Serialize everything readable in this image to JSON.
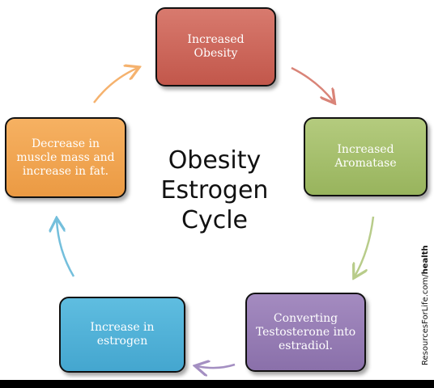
{
  "title": "Obesity\nEstrogen\nCycle",
  "steps": [
    {
      "label": "Increased\nObesity",
      "color": "#c95e52"
    },
    {
      "label": "Increased\nAromatase",
      "color": "#a3bd6b"
    },
    {
      "label": "Converting\nTestosterone into\nestradiol.",
      "color": "#9479b3"
    },
    {
      "label": "Increase in\nestrogen",
      "color": "#4db0d7"
    },
    {
      "label": "Decrease in\nmuscle mass and\nincrease in fat.",
      "color": "#f0a24c"
    }
  ],
  "arrow_colors": [
    "#d98478",
    "#b8cc8a",
    "#a48fc2",
    "#74bfdc",
    "#f5b26e"
  ],
  "credit": {
    "prefix": "ResourcesForLife.com/",
    "bold": "health"
  }
}
